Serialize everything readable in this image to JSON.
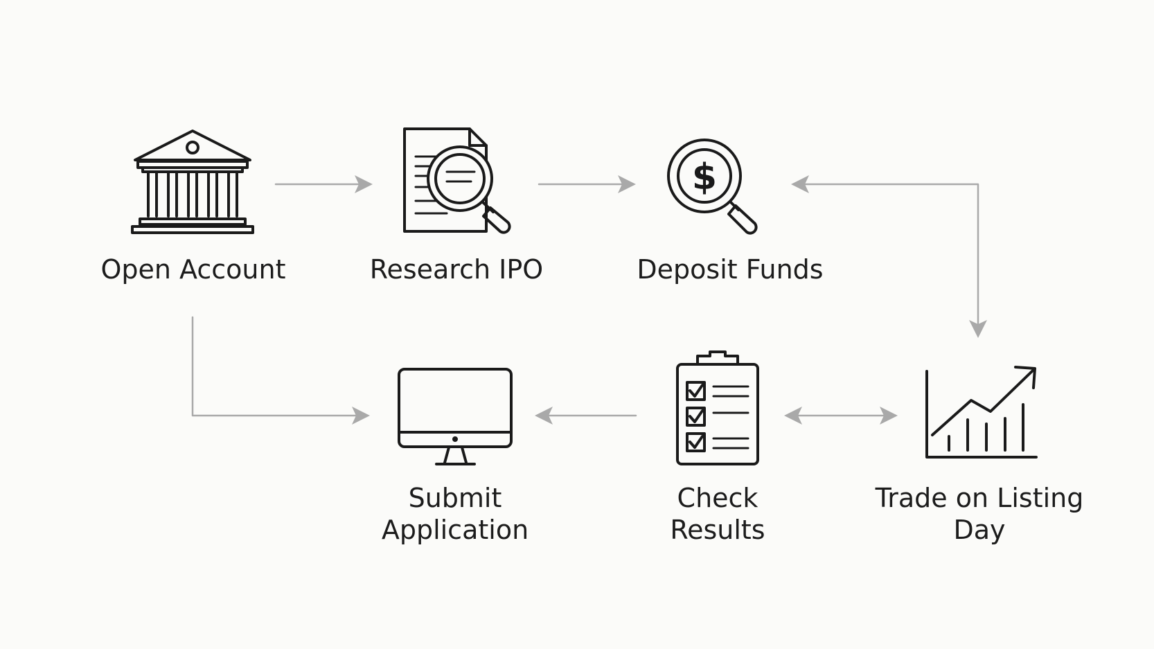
{
  "diagram": {
    "steps": [
      {
        "id": "open_account",
        "icon": "bank-icon",
        "label": "Open Account"
      },
      {
        "id": "research_ipo",
        "icon": "document-magnifier-icon",
        "label": "Research IPO"
      },
      {
        "id": "deposit_funds",
        "icon": "dollar-magnifier-icon",
        "label": "Deposit Funds"
      },
      {
        "id": "submit_application",
        "icon": "monitor-icon",
        "label_lines": [
          "Submit",
          "Application"
        ]
      },
      {
        "id": "check_results",
        "icon": "checklist-clipboard-icon",
        "label_lines": [
          "Check",
          "Results"
        ]
      },
      {
        "id": "trade_listing_day",
        "icon": "rising-chart-icon",
        "label_lines": [
          "Trade on Listing",
          "Day"
        ]
      }
    ],
    "connections": [
      {
        "from": "open_account",
        "to": "research_ipo",
        "direction": "forward"
      },
      {
        "from": "research_ipo",
        "to": "deposit_funds",
        "direction": "forward"
      },
      {
        "from": "trade_listing_day",
        "to": "deposit_funds",
        "direction": "bidirectional"
      },
      {
        "from": "open_account",
        "to": "submit_application",
        "direction": "forward"
      },
      {
        "from": "check_results",
        "to": "submit_application",
        "direction": "forward"
      },
      {
        "from": "check_results",
        "to": "trade_listing_day",
        "direction": "bidirectional"
      }
    ],
    "colors": {
      "background": "#fbfbf9",
      "icon": "#1a1a1a",
      "arrow": "#a9a9a9",
      "text": "#1c1c1c"
    }
  }
}
